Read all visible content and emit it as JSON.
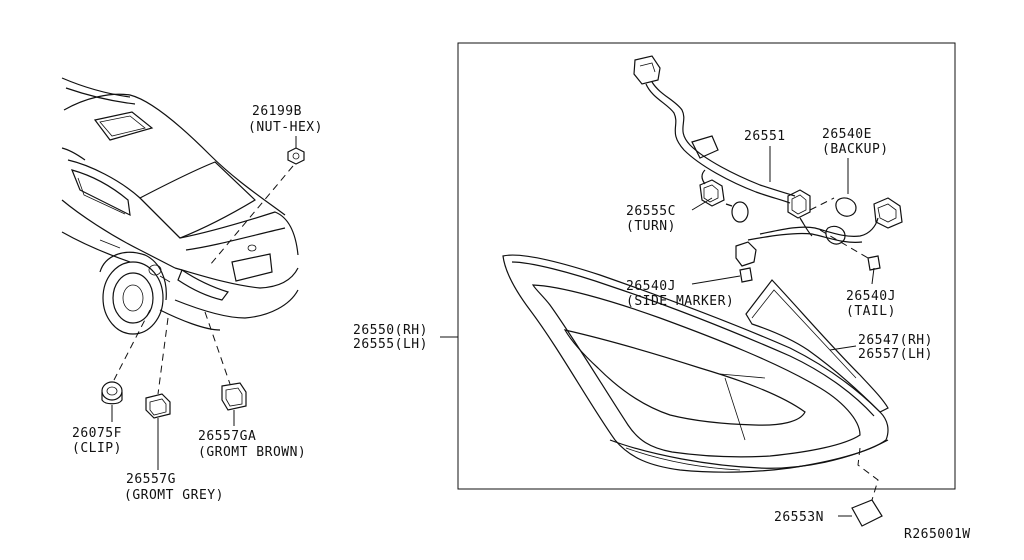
{
  "labels": {
    "nut_hex_num": "26199B",
    "nut_hex_desc": "(NUT-HEX)",
    "clip_num": "26075F",
    "clip_desc": "(CLIP)",
    "gromt_grey_num": "26557G",
    "gromt_grey_desc": "(GROMT GREY)",
    "gromt_brown_num": "26557GA",
    "gromt_brown_desc": "(GROMT BROWN)",
    "lamp_rh": "26550(RH)",
    "lamp_lh": "26555(LH)",
    "harness": "26551",
    "backup_num": "26540E",
    "backup_desc": "(BACKUP)",
    "turn_num": "26555C",
    "turn_desc": "(TURN)",
    "side_marker_num": "26540J",
    "side_marker_desc": "(SIDE MARKER)",
    "tail_num": "26540J",
    "tail_desc": "(TAIL)",
    "finisher_rh": "26547(RH)",
    "finisher_lh": "26557(LH)",
    "bracket": "26553N",
    "diagram_code": "R265001W"
  }
}
